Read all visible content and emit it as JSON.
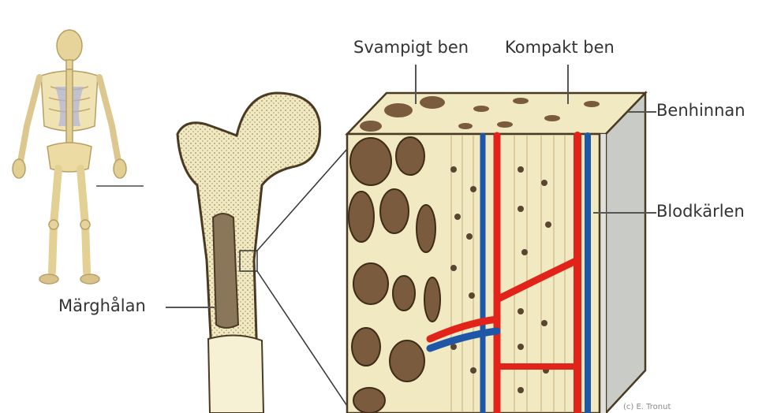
{
  "labels": {
    "spongy_bone": "Svampigt ben",
    "compact_bone": "Kompakt ben",
    "periosteum": "Benhinnan",
    "blood_vessels": "Blodkärlen",
    "marrow_cavity": "Märghålan"
  },
  "credit": "(c) E. Tronut",
  "colors": {
    "bone": "#f1e9c2",
    "bone_outline": "#4a3a22",
    "cavity": "#8a7658",
    "spongy_hole": "#7a5b3e",
    "artery": "#e2231a",
    "vein": "#1f57a8",
    "periosteum": "#c9cbc6"
  },
  "icons": [
    "skeleton-figure",
    "femur-bone",
    "bone-block-cutaway"
  ]
}
